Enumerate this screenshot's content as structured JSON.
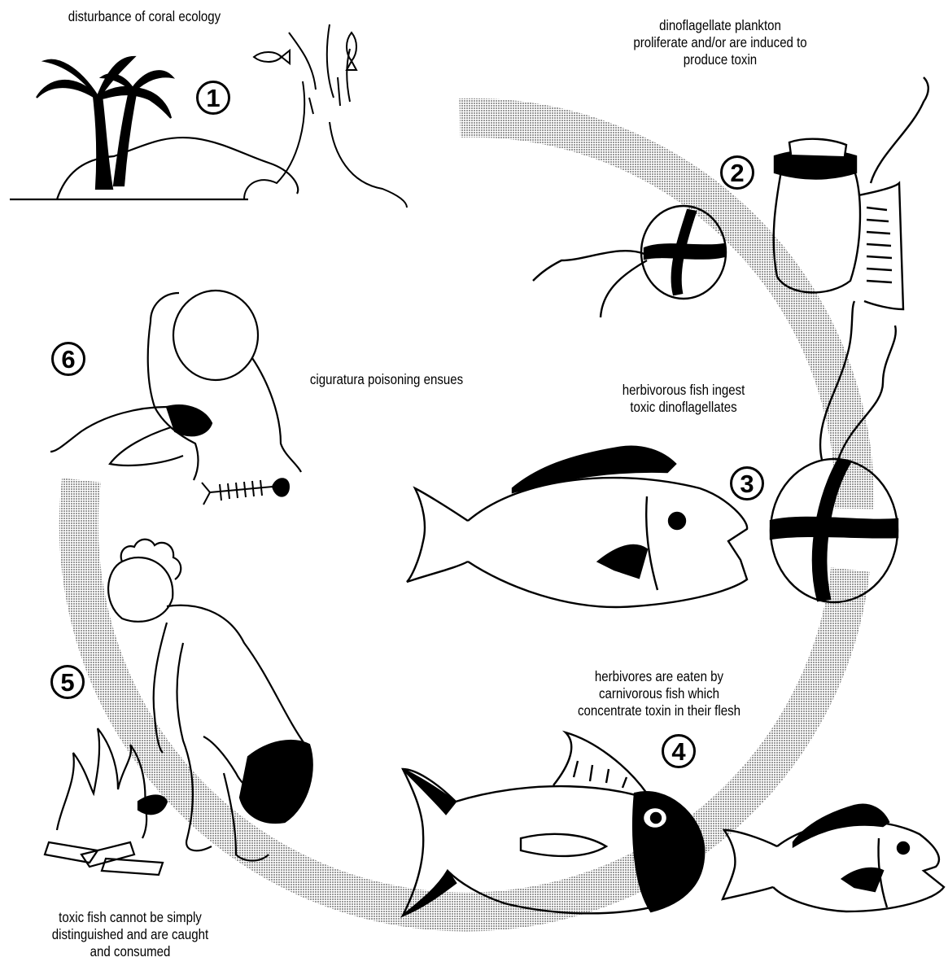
{
  "steps": [
    {
      "number": "1",
      "caption": [
        "disturbance of coral ecology"
      ]
    },
    {
      "number": "2",
      "caption": [
        "dinoflagellate plankton",
        "proliferate and/or are induced to",
        "produce toxin"
      ]
    },
    {
      "number": "3",
      "caption": [
        "herbivorous fish ingest",
        "toxic dinoflagellates"
      ]
    },
    {
      "number": "4",
      "caption": [
        "herbivores are eaten by",
        "carnivorous fish which",
        "concentrate toxin in their flesh"
      ]
    },
    {
      "number": "5",
      "caption": [
        "toxic fish cannot be simply",
        "distinguished and are caught",
        "and consumed"
      ]
    },
    {
      "number": "6",
      "caption": [
        "ciguratura poisoning ensues"
      ]
    }
  ],
  "colors": {
    "ink": "#000000",
    "cycle_band": "#c8c8c8",
    "background": "#ffffff"
  },
  "icons": [
    "palm-tree-island-icon",
    "tree-splash-icon",
    "dinoflagellate-icon",
    "herbivorous-fish-icon",
    "carnivorous-fish-icon",
    "cooking-fire-icon",
    "crouching-person-icon",
    "fish-skeleton-icon"
  ]
}
